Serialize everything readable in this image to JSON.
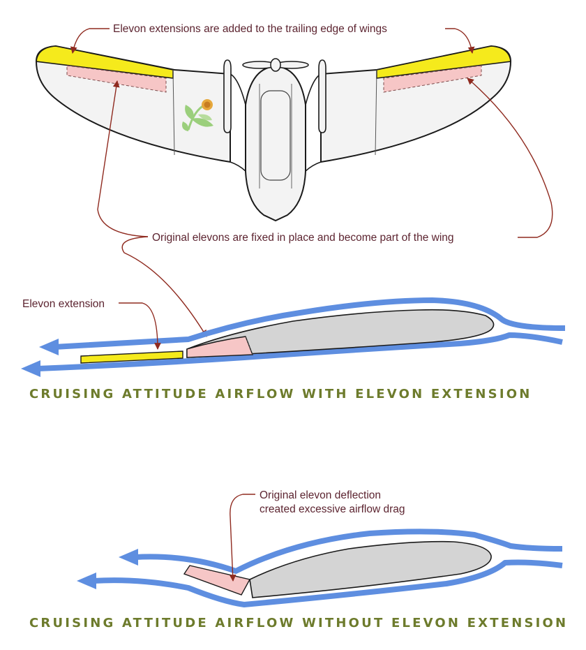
{
  "labels": {
    "top_callout": "Elevon extensions are added to the trailing edge of wings",
    "middle_callout": "Original elevons are fixed in place and become part of the wing",
    "extension_label": "Elevon extension",
    "deflection_line1": "Original elevon deflection",
    "deflection_line2": "created excessive airflow drag"
  },
  "titles": {
    "with_extension": "CRUISING ATTITUDE AIRFLOW WITH ELEVON EXTENSION",
    "without_extension": "CRUISING ATTITUDE AIRFLOW WITHOUT ELEVON EXTENSION"
  },
  "colors": {
    "airflow": "#5e8ee0",
    "extension_yellow": "#f5ea1c",
    "elevon_pink": "#f6c6c6",
    "airfoil_gray": "#d4d4d4",
    "wing_fill": "#f3f3f3",
    "leader": "#8f2a1f",
    "title_green": "#6d7b2c",
    "logo_green": "#9bcf7c"
  },
  "icons": {
    "logo": "flower-logo-icon",
    "airflow_arrow": "arrow-left-icon"
  }
}
